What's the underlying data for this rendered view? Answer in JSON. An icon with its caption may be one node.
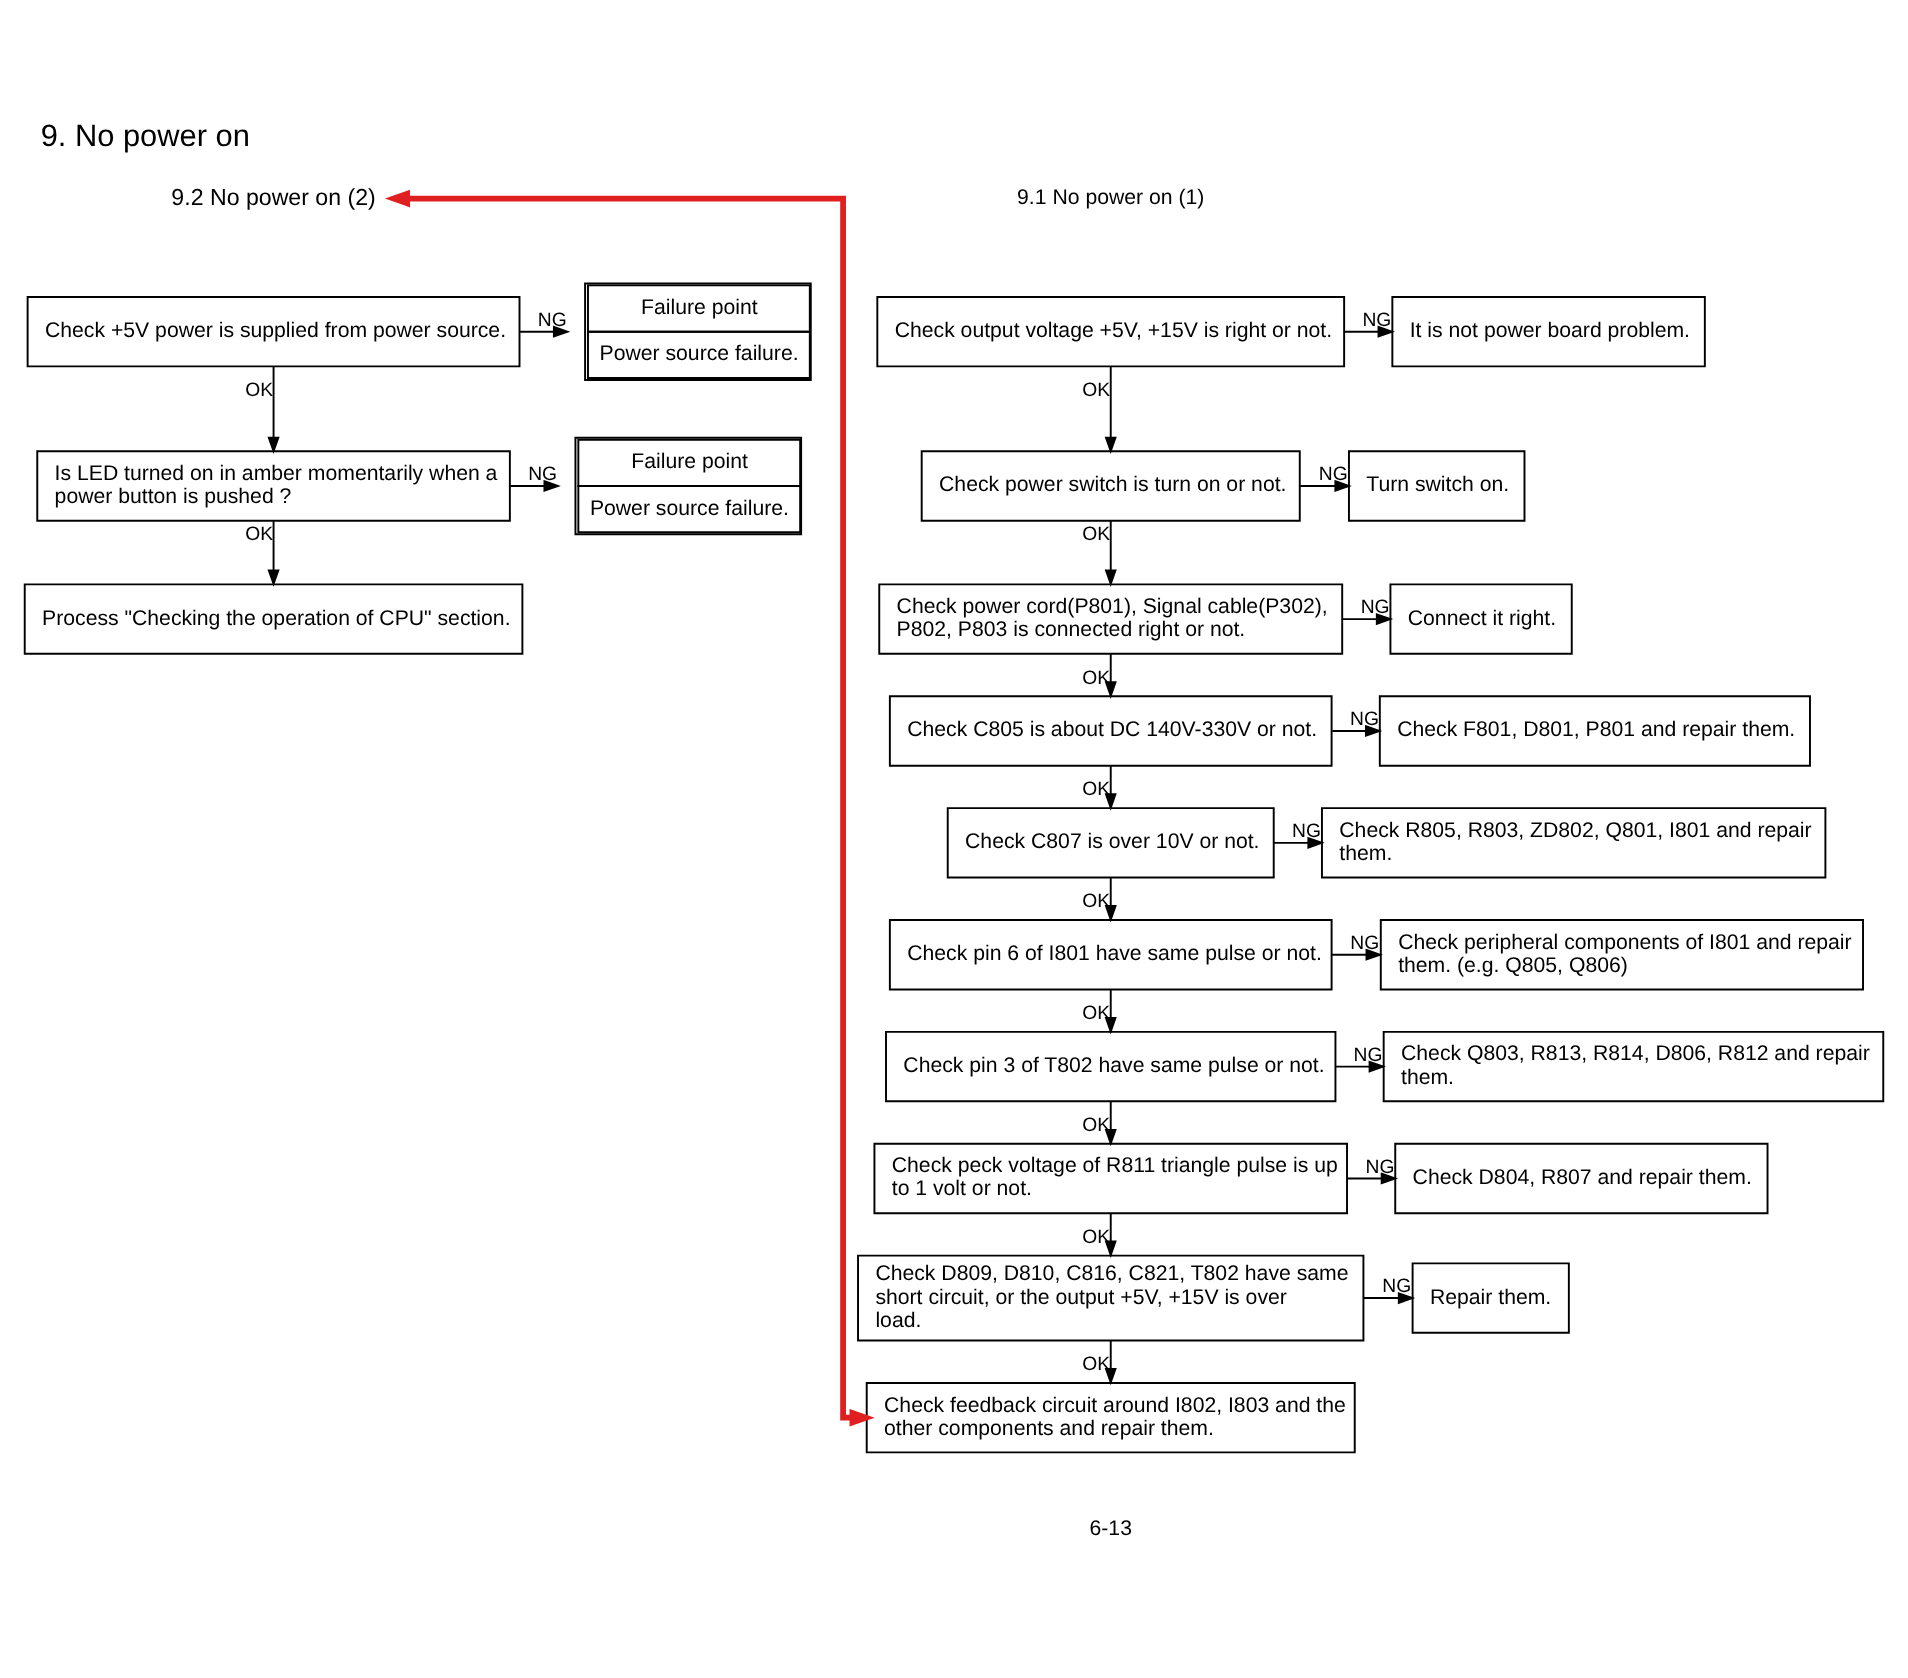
{
  "diagram": {
    "title": "9. No power on",
    "nodes": [
      {
        "text": [
          "Check output voltage +5V, +15V is right or not."
        ]
      },
      {
        "text": [
          "It is not power board problem."
        ]
      },
      {
        "text": [
          "Check power switch is turn on or not."
        ]
      },
      {
        "text": [
          "Turn switch on."
        ]
      },
      {
        "text": [
          "Check power cord(P801), Signal cable(P302), P802, P803 is connected right or not."
        ]
      },
      {
        "text": [
          "Connect it right."
        ]
      },
      {
        "text": [
          "Check C805 is about DC 140V-330V or not."
        ]
      },
      {
        "text": [
          "Check F801, D801, P801 and repair them."
        ]
      },
      {
        "text": [
          "Check C807 is over 10V or not."
        ]
      },
      {
        "text": [
          "Check R805, R803, ZD802, Q801, I801 and repair them."
        ]
      },
      {
        "text": [
          "Check pin 6 of I801 have same pulse or not."
        ]
      },
      {
        "text": [
          "Check peripheral components of I801 and repair them. (e.g. Q805, Q806)"
        ]
      },
      {
        "text": [
          "Check pin 3 of T802 have same pulse or not."
        ]
      },
      {
        "text": [
          "Check Q803, R813, R814, D806, R812 and repair them."
        ]
      },
      {
        "text": [
          "Check peck voltage of R811 triangle pulse is up to 1 volt or not."
        ]
      },
      {
        "text": [
          "Check D804, R807 and repair them."
        ]
      },
      {
        "text": [
          "Check D809, D810, C816, C821, T802 have same short circuit, or the output +5V, +15V is over load."
        ]
      },
      {
        "text": [
          "Repair them."
        ]
      },
      {
        "text": [
          "Check feedback circuit around I802, I803 and the other components and repair them."
        ]
      },
      {
        "text": [
          "9.2 No power on (2)"
        ]
      },
      {
        "text": [
          "Check +5V power is supplied from power source."
        ]
      },
      {
        "text": [
          "Failure point",
          "Power source failure."
        ]
      },
      {
        "text": [
          "Is LED turned on in amber momentarily when a power button is pushed ?"
        ]
      },
      {
        "text": [
          "Failure point",
          "Power source failure."
        ]
      },
      {
        "text": [
          "Process \"Checking the operation of CPU\" section."
        ]
      }
    ],
    "edges": [
      {
        "from": 0,
        "to": 1,
        "arrow": "to",
        "label": "NG"
      },
      {
        "from": 0,
        "to": 2,
        "arrow": "to",
        "label": "OK"
      },
      {
        "from": 2,
        "to": 3,
        "arrow": "to",
        "label": "NG"
      },
      {
        "from": 2,
        "to": 4,
        "arrow": "to",
        "label": "OK"
      },
      {
        "from": 4,
        "to": 5,
        "arrow": "to",
        "label": "NG"
      },
      {
        "from": 4,
        "to": 6,
        "arrow": "to",
        "label": "OK"
      },
      {
        "from": 6,
        "to": 7,
        "arrow": "to",
        "label": "NG"
      },
      {
        "from": 6,
        "to": 8,
        "arrow": "to",
        "label": "OK"
      },
      {
        "from": 8,
        "to": 9,
        "arrow": "to",
        "label": "NG"
      },
      {
        "from": 8,
        "to": 10,
        "arrow": "to",
        "label": "OK"
      },
      {
        "from": 10,
        "to": 11,
        "arrow": "to",
        "label": "NG"
      },
      {
        "from": 10,
        "to": 12,
        "arrow": "to",
        "label": "OK"
      },
      {
        "from": 12,
        "to": 13,
        "arrow": "to",
        "label": "NG"
      },
      {
        "from": 12,
        "to": 14,
        "arrow": "to",
        "label": "OK"
      },
      {
        "from": 14,
        "to": 15,
        "arrow": "to",
        "label": "NG"
      },
      {
        "from": 14,
        "to": 16,
        "arrow": "to",
        "label": "OK"
      },
      {
        "from": 16,
        "to": 17,
        "arrow": "to",
        "label": "NG"
      },
      {
        "from": 16,
        "to": 18,
        "arrow": "to",
        "label": "OK"
      },
      {
        "from": 18,
        "to": 19,
        "arrow": "both",
        "style": "thick",
        "color": "#e02020"
      },
      {
        "from": 20,
        "to": 21,
        "arrow": "to",
        "label": "NG"
      },
      {
        "from": 20,
        "to": 22,
        "arrow": "to",
        "label": "OK"
      },
      {
        "from": 22,
        "to": 23,
        "arrow": "to",
        "label": "NG"
      },
      {
        "from": 22,
        "to": 24,
        "arrow": "to",
        "label": "OK"
      }
    ],
    "labels": [
      "9.1 No power on (1)",
      "6-13"
    ]
  }
}
